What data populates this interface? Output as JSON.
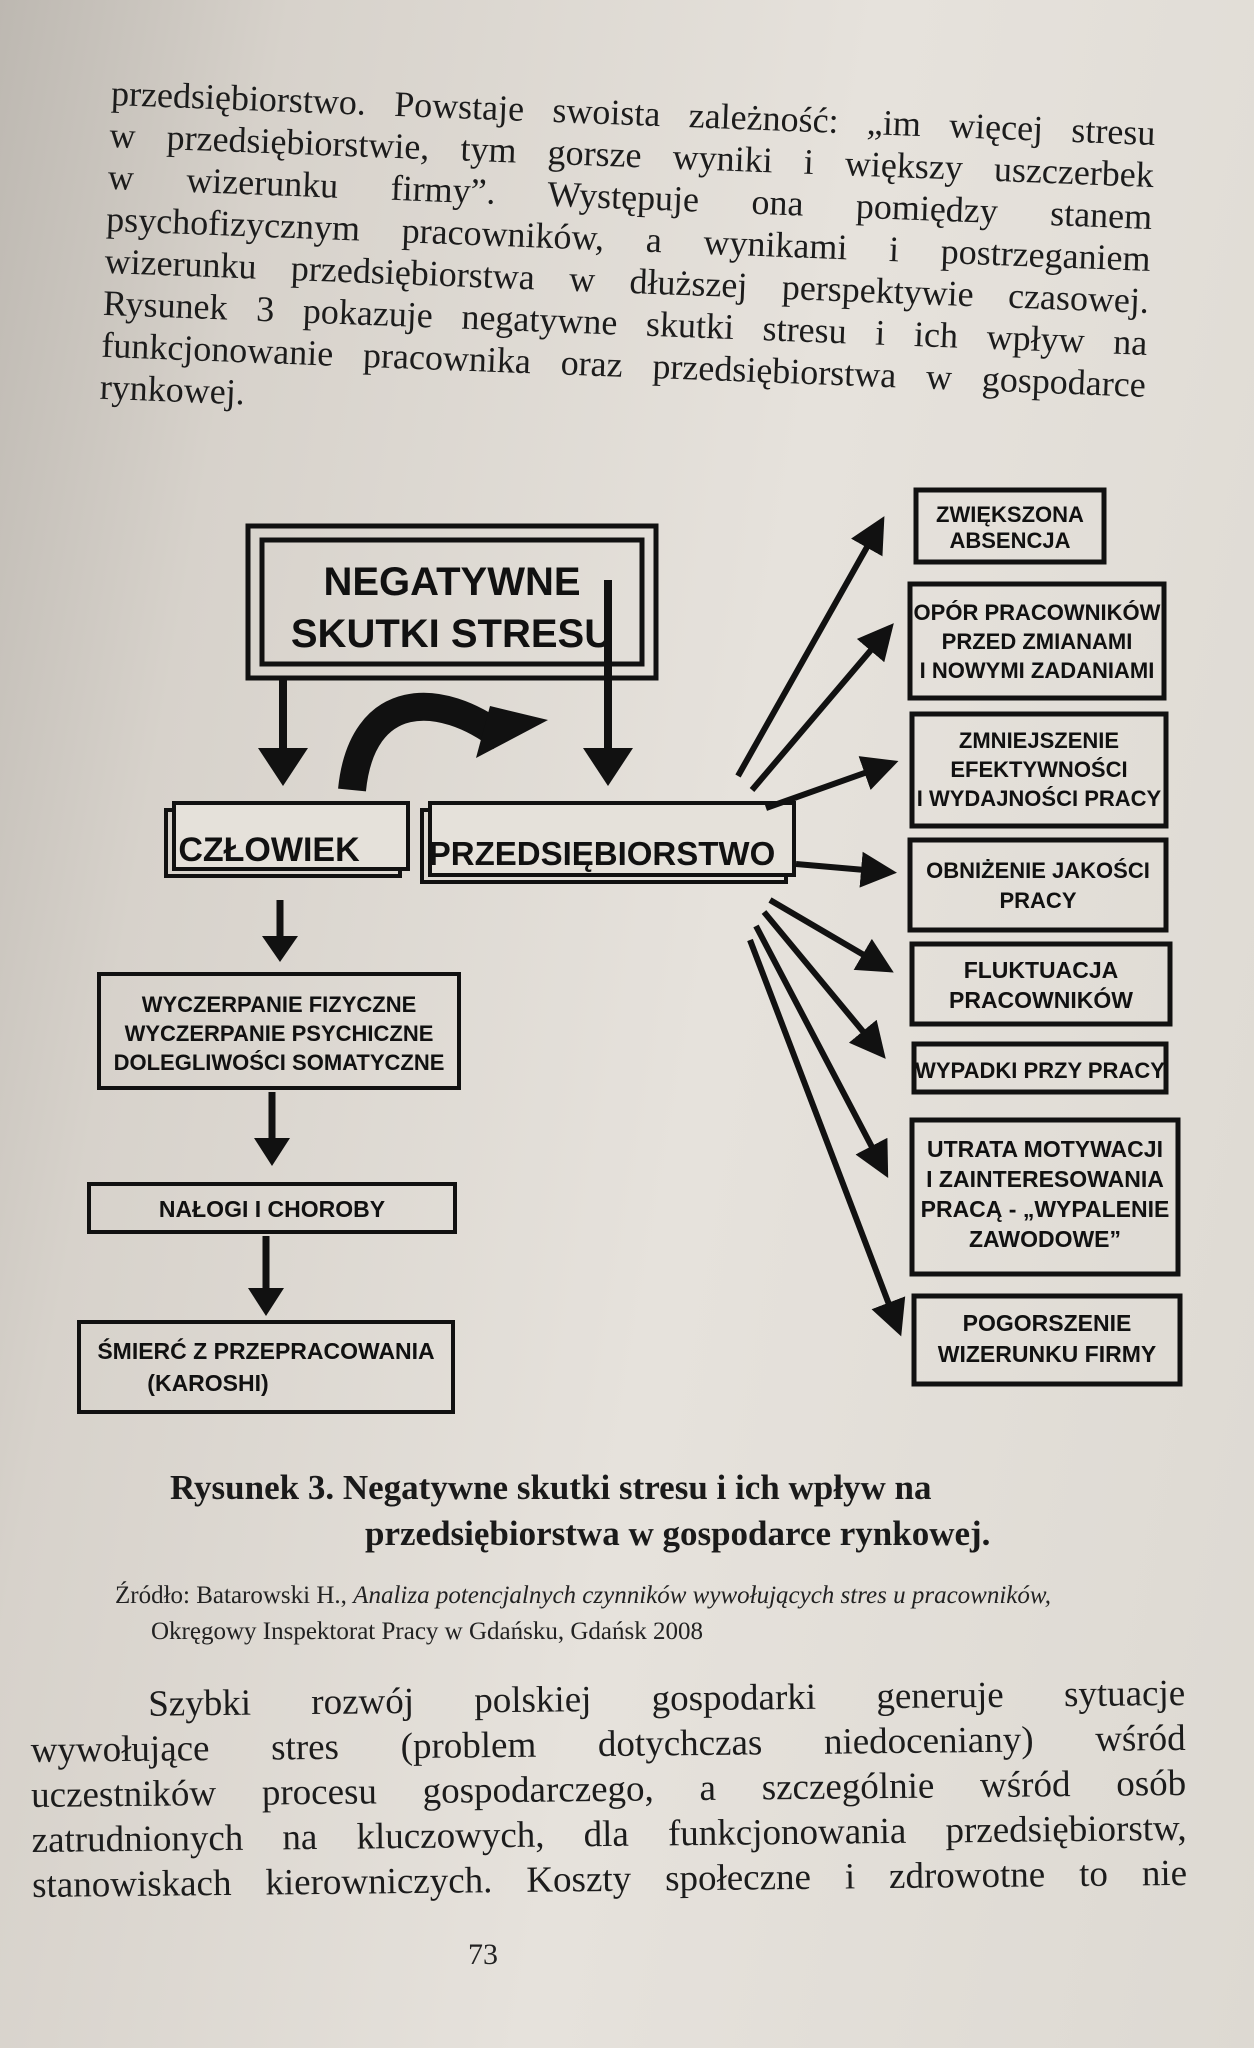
{
  "paragraph_top": [
    "przedsiębiorstwo. Powstaje swoista zależność: „im więcej stresu",
    "w przedsiębiorstwie, tym gorsze wyniki i większy uszczerbek",
    "w wizerunku firmy”. Występuje ona pomiędzy stanem",
    "psychofizycznym pracowników, a wynikami i postrzeganiem",
    "wizerunku przedsiębiorstwa w dłuższej perspektywie czasowej.",
    "Rysunek 3 pokazuje negatywne skutki stresu i ich wpływ na",
    "funkcjonowanie pracownika oraz przedsiębiorstwa w gospodarce",
    "rynkowej."
  ],
  "diagram": {
    "title_line1": "NEGATYWNE",
    "title_line2": "SKUTKI STRESU",
    "human": "CZŁOWIEK",
    "company": "PRZEDSIĘBIORSTWO",
    "human_effects": [
      [
        "WYCZERPANIE FIZYCZNE",
        "WYCZERPANIE PSYCHICZNE",
        "DOLEGLIWOŚCI SOMATYCZNE"
      ],
      [
        "NAŁOGI I CHOROBY"
      ],
      [
        "ŚMIERĆ Z PRZEPRACOWANIA",
        "(KAROSHI)"
      ]
    ],
    "company_effects": [
      [
        "ZWIĘKSZONA",
        "ABSENCJA"
      ],
      [
        "OPÓR PRACOWNIKÓW",
        "PRZED ZMIANAMI",
        "I NOWYMI ZADANIAMI"
      ],
      [
        "ZMNIEJSZENIE",
        "EFEKTYWNOŚCI",
        "I WYDAJNOŚCI PRACY"
      ],
      [
        "OBNIŻENIE JAKOŚCI",
        "PRACY"
      ],
      [
        "FLUKTUACJA",
        "PRACOWNIKÓW"
      ],
      [
        "WYPADKI PRZY PRACY"
      ],
      [
        "UTRATA MOTYWACJI",
        "I ZAINTERESOWANIA",
        "PRACĄ - „WYPALENIE",
        "ZAWODOWE”"
      ],
      [
        "POGORSZENIE",
        "WIZERUNKU FIRMY"
      ]
    ]
  },
  "caption": {
    "line1": "Rysunek 3. Negatywne skutki stresu i ich wpływ na",
    "line2": "przedsiębiorstwa w gospodarce rynkowej."
  },
  "source": {
    "prefix": "Źródło: Batarowski H., ",
    "title_italic": "Analiza potencjalnych czynników wywołujących stres u pracowników,",
    "line2": "Okręgowy Inspektorat Pracy w Gdańsku, Gdańsk 2008"
  },
  "paragraph_bottom": [
    "Szybki rozwój polskiej gospodarki generuje sytuacje",
    "wywołujące stres (problem dotychczas niedoceniany) wśród",
    "uczestników procesu gospodarczego, a szczególnie wśród osób",
    "zatrudnionych na kluczowych, dla funkcjonowania przedsiębiorstw,",
    "stanowiskach kierowniczych. Koszty społeczne i zdrowotne to nie"
  ],
  "page_number": "73"
}
